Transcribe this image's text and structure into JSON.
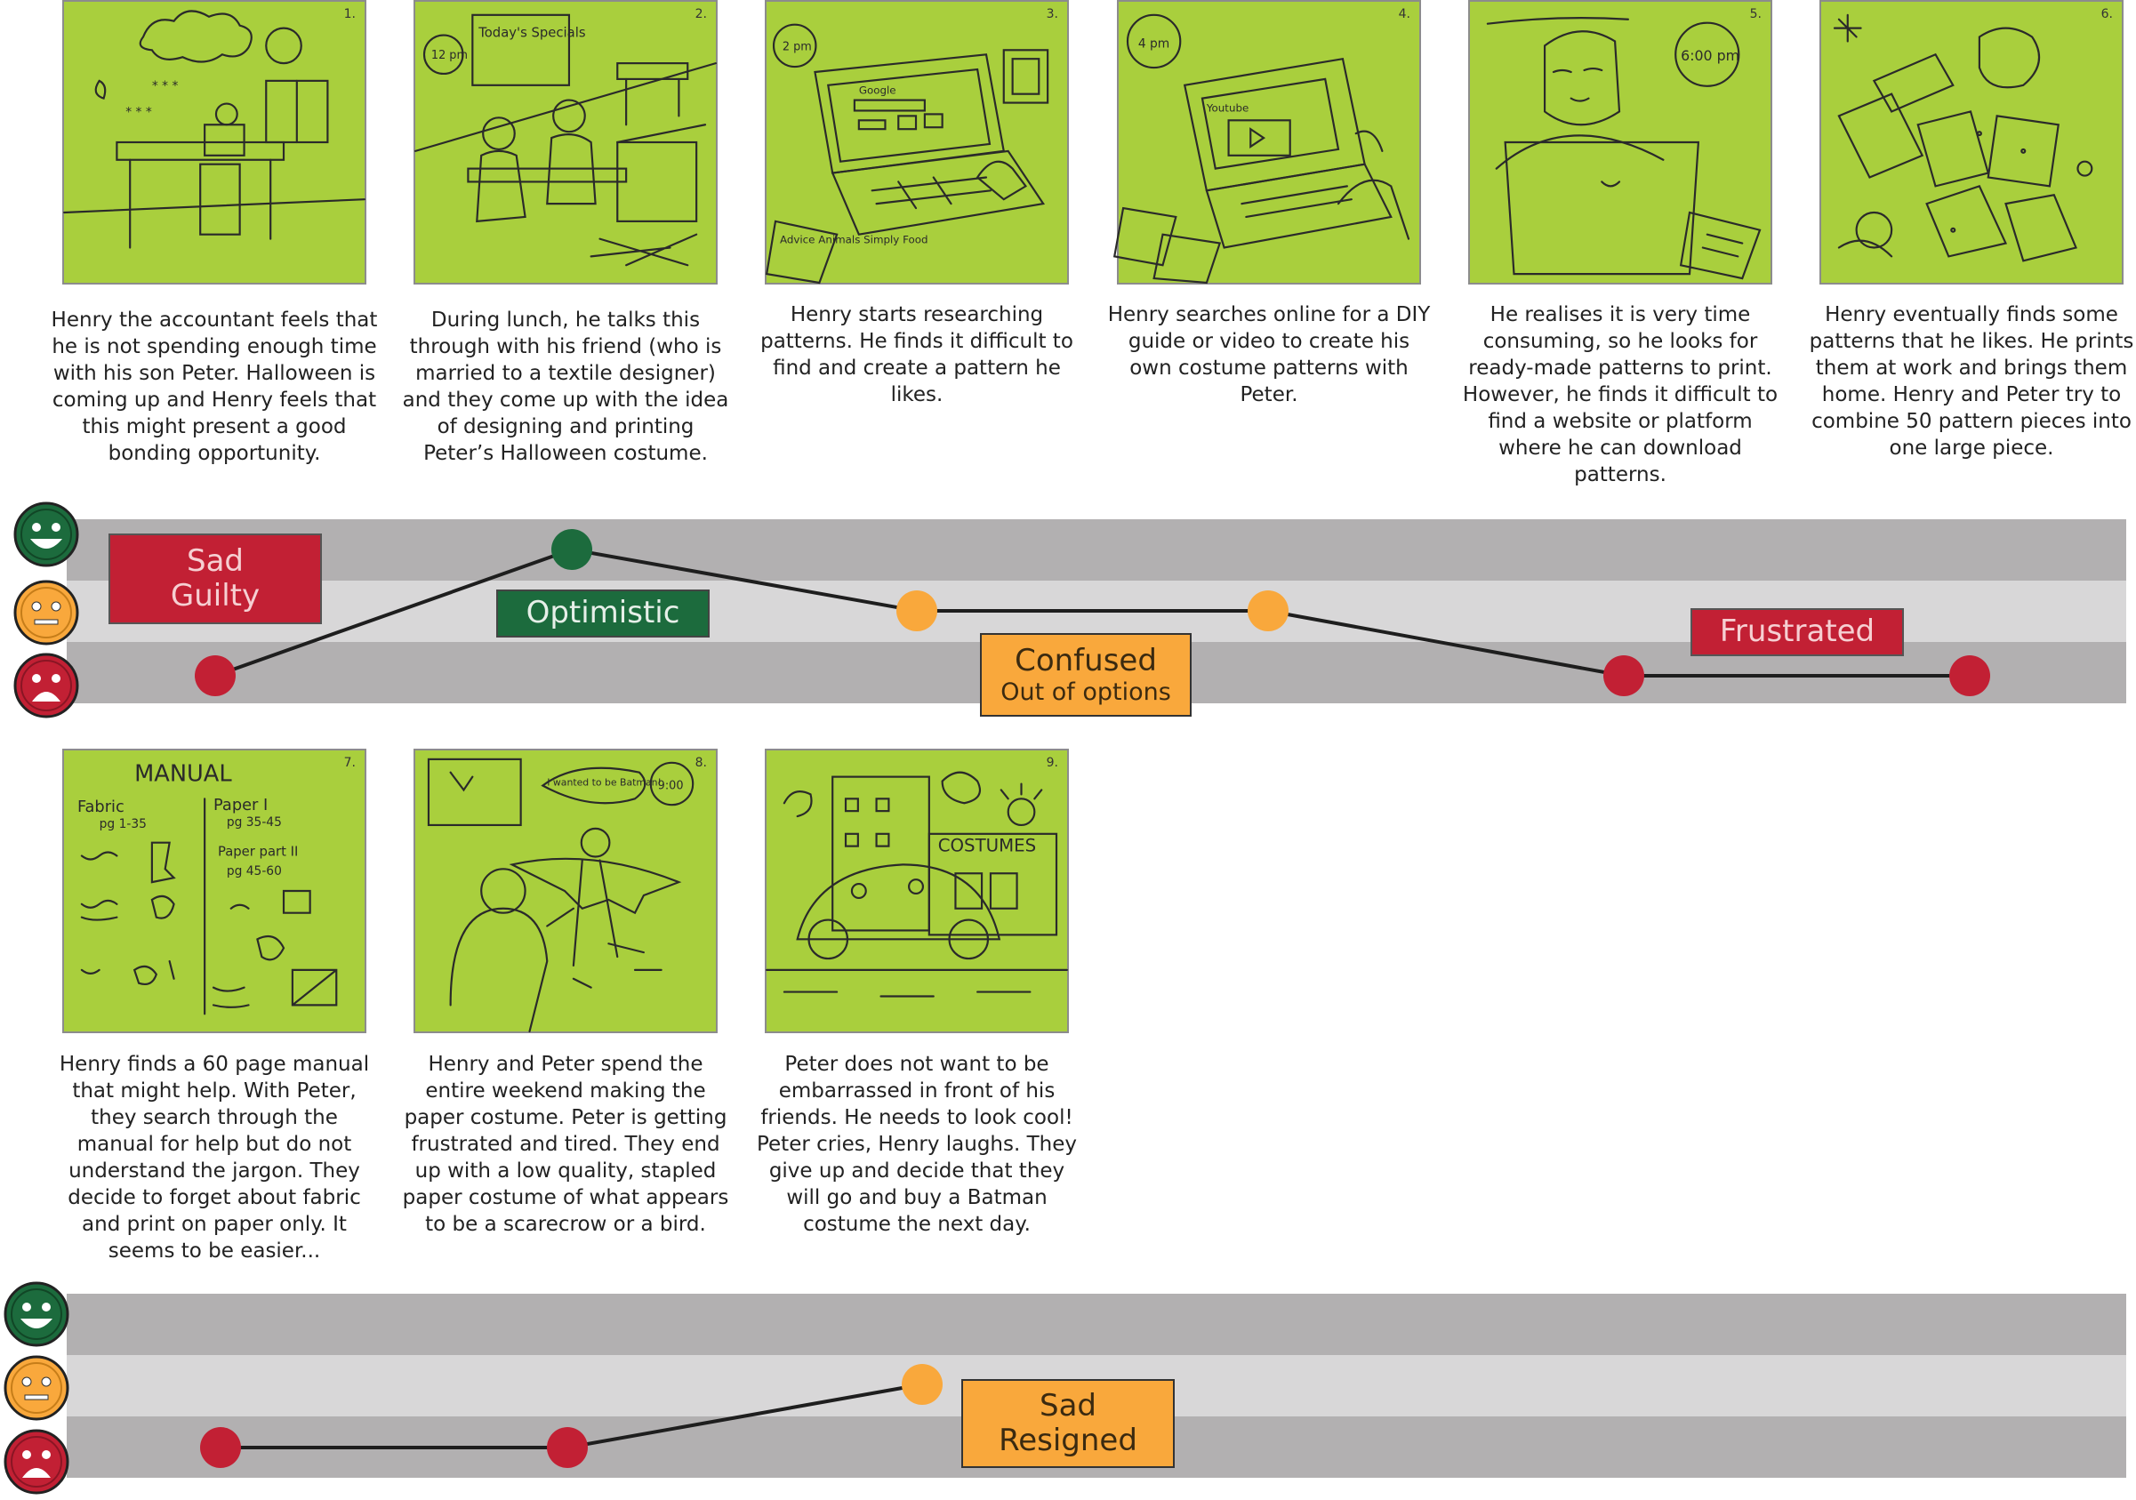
{
  "panels": [
    {
      "num": "1.",
      "caption": "Henry the accountant feels that he is not spending enough time with his son Peter. Halloween is coming up and Henry feels that this might present a good bonding opportunity."
    },
    {
      "num": "2.",
      "caption": "During lunch, he talks this through with his friend (who is married to a textile designer) and they come up with the idea of designing and printing Peter’s Halloween costume."
    },
    {
      "num": "3.",
      "caption": "Henry starts researching patterns. He finds it difficult to find and create a pattern he likes."
    },
    {
      "num": "4.",
      "caption": "Henry searches online for a DIY guide or video to create his own costume patterns with Peter."
    },
    {
      "num": "5.",
      "caption": "He realises it is very time consuming, so he looks for ready-made patterns to print. However, he finds it difficult to find a website or platform where he can download patterns."
    },
    {
      "num": "6.",
      "caption": "Henry eventually finds some patterns that he likes. He prints them at work and brings them home. Henry and Peter try to combine 50 pattern pieces into one large piece."
    },
    {
      "num": "7.",
      "caption": "Henry finds a 60 page manual that might help. With Peter, they search through the manual for help but do not understand the jargon. They decide to forget about fabric and print on paper only. It seems to be easier..."
    },
    {
      "num": "8.",
      "caption": "Henry and Peter spend the entire weekend making the paper costume. Peter is getting frustrated and tired. They end up with a low quality, stapled paper costume of what appears to be a scarecrow or a bird."
    },
    {
      "num": "9.",
      "caption": "Peter does not want to be embarrassed in front of his friends. He needs to look cool! Peter cries, Henry laughs. They give up and decide that they will go and buy a Batman costume the next day."
    }
  ],
  "sketch_text": {
    "p2_board": "Today's Specials",
    "p2_clock": "12 pm",
    "p3_clock": "2 pm",
    "p3_search": "Google",
    "p3_note": "Advice Animals Simply Food",
    "p4_clock": "4 pm",
    "p4_site": "Youtube",
    "p5_clock": "6:00 pm",
    "p7_title": "MANUAL",
    "p7_fabric": "Fabric",
    "p7_fabric_pages": "pg 1-35",
    "p7_paper": "Paper I",
    "p7_paper_pages": "pg 35-45",
    "p7_paper2": "Paper part II",
    "p7_paper2_pages": "pg 45-60",
    "p8_speech": "I wanted to be Batman!",
    "p8_clock": "9:00",
    "p9_shop": "COSTUMES"
  },
  "emotion_labels": {
    "row1": {
      "sad_guilty": [
        "Sad",
        "Guilty"
      ],
      "optimistic": "Optimistic",
      "confused": [
        "Confused",
        "Out of options"
      ],
      "frustrated": "Frustrated"
    },
    "row2": {
      "sad_resigned": [
        "Sad",
        "Resigned"
      ]
    }
  },
  "chart_data": [
    {
      "type": "line",
      "levels": [
        "positive",
        "neutral",
        "negative"
      ],
      "steps": [
        1,
        2,
        3,
        4,
        5,
        6
      ],
      "values": [
        "negative",
        "positive",
        "neutral",
        "neutral",
        "negative",
        "negative"
      ],
      "point_colors": [
        "#c22034",
        "#1c6b3d",
        "#f9a83c",
        "#f9a83c",
        "#c22034",
        "#c22034"
      ],
      "labels": [
        "Sad Guilty",
        "Optimistic",
        "Confused Out of options",
        "Frustrated"
      ]
    },
    {
      "type": "line",
      "levels": [
        "positive",
        "neutral",
        "negative"
      ],
      "steps": [
        7,
        8,
        9
      ],
      "values": [
        "negative",
        "negative",
        "neutral"
      ],
      "point_colors": [
        "#c22034",
        "#c22034",
        "#f9a83c"
      ],
      "labels": [
        "Sad Resigned"
      ]
    }
  ],
  "colors": {
    "sketch_bg": "#a9cf3d",
    "positive": "#1c6b3d",
    "neutral": "#f9a83c",
    "negative": "#c22034"
  }
}
